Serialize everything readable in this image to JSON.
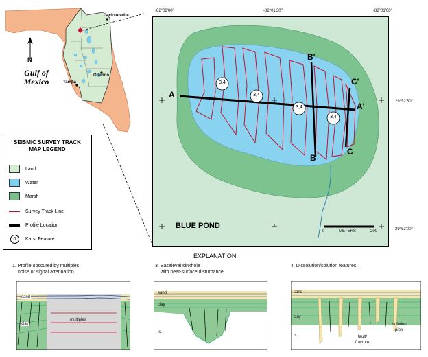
{
  "florida_inset": {
    "cities": [
      "Jacksonville",
      "Orlando",
      "Tampa"
    ],
    "water_label": "Gulf of Mexico",
    "north_label": "N",
    "colors": {
      "land": "#f5b58c",
      "study_area": "#d6ecd2"
    }
  },
  "legend": {
    "title_line1": "SEISMIC SURVEY TRACK",
    "title_line2": "MAP LEGEND",
    "items": [
      {
        "label": "Land",
        "color": "#d4ecd4"
      },
      {
        "label": "Water",
        "color": "#7fd0ee"
      },
      {
        "label": "Marsh",
        "color": "#79bf8c"
      },
      {
        "label": "Survey Track Line",
        "color": "#c8102e"
      },
      {
        "label": "Profile Location",
        "color": "#000000"
      },
      {
        "label": "Karst Feature",
        "symbol": "0"
      }
    ]
  },
  "map": {
    "lon_labels": [
      "-82°02'00\"",
      "-82°01'30\"",
      "-82°01'00\""
    ],
    "lat_labels": [
      "29°52'30\"",
      "29°52'00\""
    ],
    "place_name": "BLUE POND",
    "profile_labels": [
      "A",
      "A'",
      "B",
      "B'",
      "C",
      "C'"
    ],
    "karst_markers": [
      "3,4",
      "3,4",
      "3,4",
      "3,4"
    ],
    "scale": {
      "start": "0",
      "unit": "METERS",
      "end": "200"
    },
    "colors": {
      "land": "#cfe8d6",
      "marsh": "#7cc38f",
      "water": "#8ad3f0",
      "track": "#c8102e"
    }
  },
  "explanation": {
    "title": "EXPLANATION",
    "panels": [
      {
        "caption_line1": "1. Profile obscured by multiples,",
        "caption_line2": "noise or signal attenuation.",
        "labels": [
          "sand",
          "clay",
          "multiples"
        ]
      },
      {
        "caption_line1": "3. Baselevel sinkhole—",
        "caption_line2": "with near-surface disturbance.",
        "labels": [
          "sand",
          "clay",
          "ls."
        ]
      },
      {
        "caption_line1": "4. Dissolution/solution features.",
        "caption_line2": "",
        "labels": [
          "sand",
          "clay",
          "ls.",
          "solution",
          "pipe",
          "fault/",
          "fracture"
        ]
      }
    ]
  }
}
